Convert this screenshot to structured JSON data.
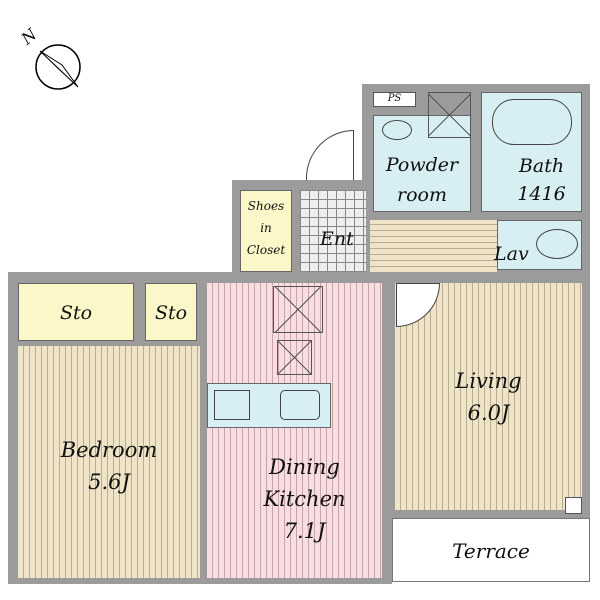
{
  "compass": {
    "label": "N"
  },
  "rooms": {
    "ps": "PS",
    "powder_room": [
      "Powder",
      "room"
    ],
    "bath": [
      "Bath",
      "1416"
    ],
    "shoes_closet": [
      "Shoes",
      "in",
      "Closet"
    ],
    "entrance": "Ent",
    "lavatory": "Lav",
    "storage1": "Sto",
    "storage2": "Sto",
    "bedroom": [
      "Bedroom",
      "5.6J"
    ],
    "dining_kitchen": [
      "Dining",
      "Kitchen",
      "7.1J"
    ],
    "living": [
      "Living",
      "6.0J"
    ],
    "terrace": "Terrace"
  },
  "colors": {
    "wall": "#9b9b9b",
    "wet": "#d7eef3",
    "floor": "#efe4c8",
    "dk": "#f8dde1",
    "closet": "#fbf7c9"
  }
}
